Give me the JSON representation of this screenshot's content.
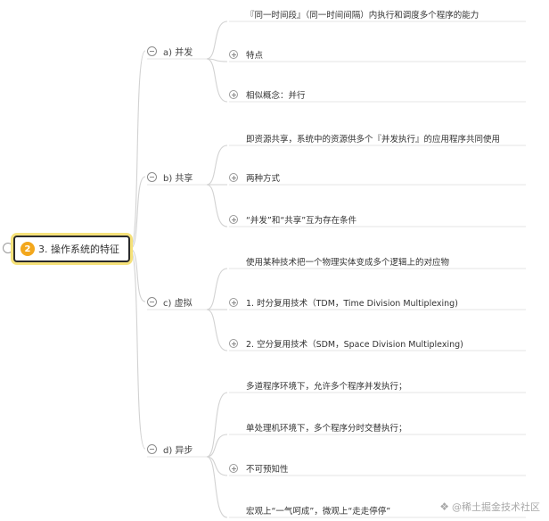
{
  "root": {
    "badge": "2",
    "label": "3. 操作系统的特征"
  },
  "branches": [
    {
      "id": "a",
      "label": "a) 并发",
      "children": [
        {
          "text": "『同一时间段』（同一时间间隔）内执行和调度多个程序的能力",
          "expandable": false
        },
        {
          "text": "特点",
          "expandable": true
        },
        {
          "text": "相似概念：并行",
          "expandable": true
        }
      ]
    },
    {
      "id": "b",
      "label": "b) 共享",
      "children": [
        {
          "text": "即资源共享，系统中的资源供多个『并发执行』的应用程序共同使用",
          "expandable": false
        },
        {
          "text": "两种方式",
          "expandable": true
        },
        {
          "text": "“并发”和“共享”互为存在条件",
          "expandable": true
        }
      ]
    },
    {
      "id": "c",
      "label": "c) 虚拟",
      "children": [
        {
          "text": "使用某种技术把一个物理实体变成多个逻辑上的对应物",
          "expandable": false
        },
        {
          "text": "1. 时分复用技术（TDM，Time Division Multiplexing)",
          "expandable": true
        },
        {
          "text": "2. 空分复用技术（SDM，Space Division Multiplexing)",
          "expandable": true
        }
      ]
    },
    {
      "id": "d",
      "label": "d) 异步",
      "children": [
        {
          "text": "多道程序环境下，允许多个程序并发执行；",
          "expandable": false
        },
        {
          "text": "单处理机环境下，多个程序分时交替执行；",
          "expandable": false
        },
        {
          "text": "不可预知性",
          "expandable": true
        },
        {
          "text": "宏观上“一气呵成”，微观上“走走停停”",
          "expandable": false
        }
      ]
    }
  ],
  "watermark": {
    "icon": "rare-earth-logo-icon",
    "text": "@稀土掘金技术社区"
  }
}
